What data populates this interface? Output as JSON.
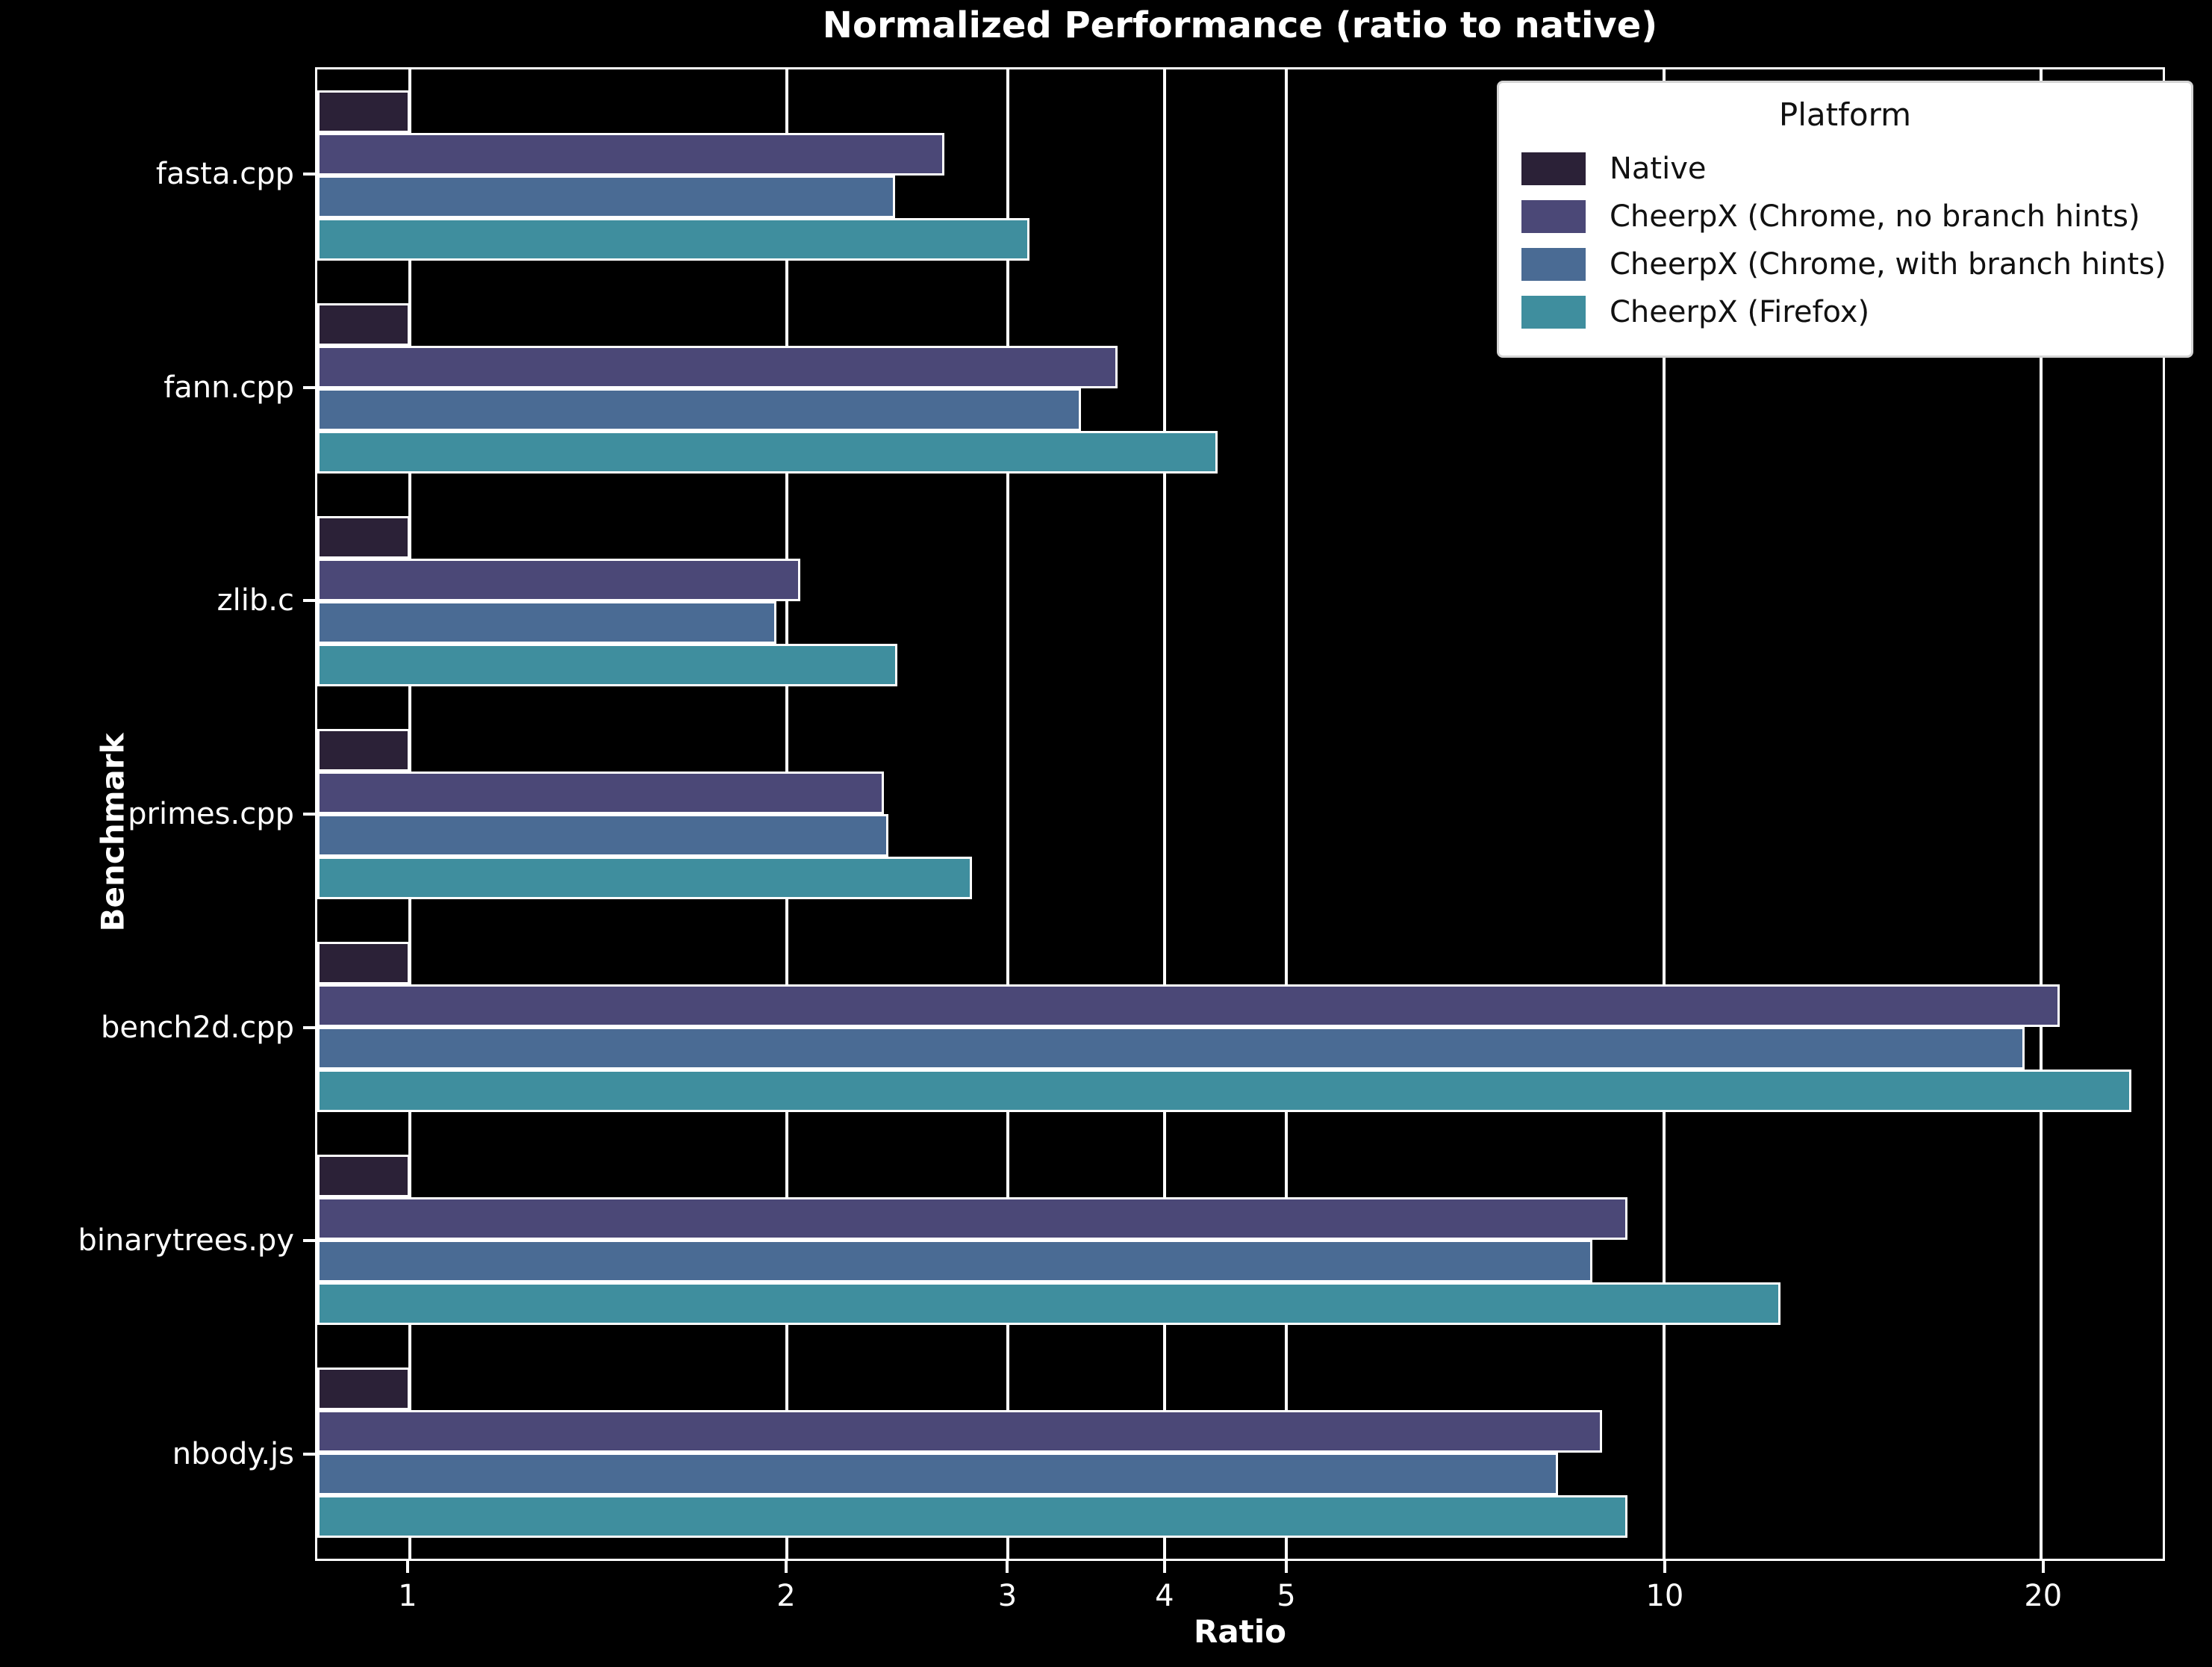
{
  "title": "Normalized Performance (ratio to native)",
  "legend": {
    "title": "Platform"
  },
  "chart_data": {
    "type": "bar",
    "orientation": "horizontal",
    "title": "Normalized Performance (ratio to native)",
    "xlabel": "Ratio",
    "ylabel": "Benchmark",
    "xscale": "log",
    "xlim": [
      0.844,
      25.0
    ],
    "xticks": [
      1,
      2,
      3,
      4,
      5,
      10,
      20
    ],
    "grid": "vertical-white-on-black",
    "legend_position": "upper-right",
    "categories": [
      "fasta.cpp",
      "fann.cpp",
      "zlib.c",
      "primes.cpp",
      "bench2d.cpp",
      "binarytrees.py",
      "nbody.js"
    ],
    "series": [
      {
        "name": "Native",
        "color": "#2b2137",
        "values": [
          1.0,
          1.0,
          1.0,
          1.0,
          1.0,
          1.0,
          1.0
        ]
      },
      {
        "name": "CheerpX (Chrome, no branch hints)",
        "color": "#4b4877",
        "values": [
          2.67,
          3.67,
          2.05,
          2.39,
          20.7,
          9.36,
          8.93
        ]
      },
      {
        "name": "CheerpX (Chrome, with branch hints)",
        "color": "#4a6b94",
        "values": [
          2.44,
          3.43,
          1.96,
          2.41,
          19.4,
          8.77,
          8.24
        ]
      },
      {
        "name": "CheerpX (Firefox)",
        "color": "#3f8e9e",
        "values": [
          3.12,
          4.41,
          2.45,
          2.81,
          23.6,
          12.4,
          9.36
        ]
      }
    ],
    "colors": {
      "background": "#000000",
      "text": "#ffffff",
      "gridline": "#ffffff",
      "bar_edge": "#ffffff",
      "legend_background": "#ffffff",
      "legend_text": "#111111"
    }
  }
}
